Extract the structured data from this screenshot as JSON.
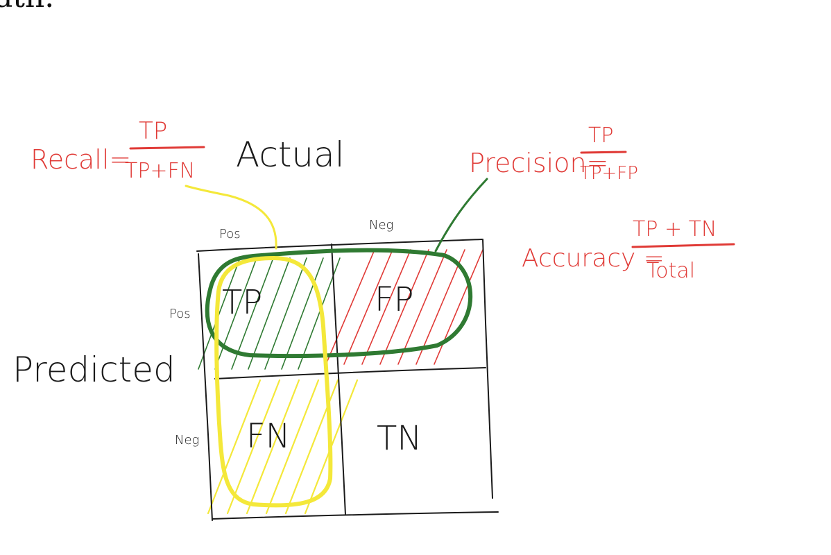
{
  "top_fragment": "ath.",
  "labels": {
    "actual": "Actual",
    "predicted": "Predicted",
    "actual_pos": "Pos",
    "actual_neg": "Neg",
    "pred_pos": "Pos",
    "pred_neg": "Neg"
  },
  "cells": {
    "tp": "TP",
    "fp": "FP",
    "fn": "FN",
    "tn": "TN"
  },
  "formulas": {
    "recall": {
      "name": "Recall=",
      "numerator": "TP",
      "denominator": "TP+FN"
    },
    "precision": {
      "name": "Precision=",
      "numerator": "TP",
      "denominator": "TP+FP"
    },
    "accuracy": {
      "name": "Accuracy =",
      "numerator": "TP + TN",
      "denominator": "Total"
    }
  },
  "colors": {
    "ink": "#1a1a1a",
    "formula_red": "#e03a36",
    "precision_green": "#2f7a32",
    "recall_yellow": "#f4e83a",
    "hatch_red": "#e03a36",
    "hatch_green": "#2f7a32",
    "hatch_yellow": "#f4e83a"
  }
}
